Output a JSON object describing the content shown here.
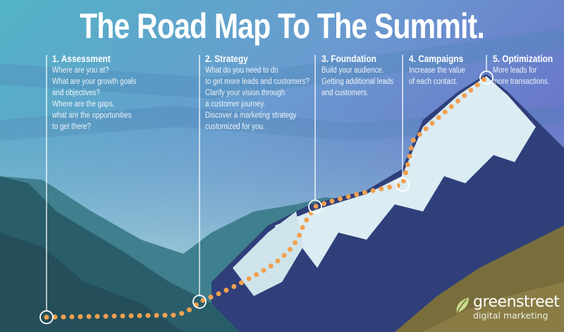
{
  "title": "The Road Map To The Summit.",
  "steps": [
    {
      "heading": "1. Assessment",
      "lines": [
        "Where are you at?",
        "What are your growth goals",
        "and objectives?",
        "Where are the gaps,",
        "what are the opportunities",
        "to get there?"
      ]
    },
    {
      "heading": "2. Strategy",
      "lines": [
        "What do you need to do",
        "to get more leads and customers?",
        "Clarify your vision through",
        "a customer journey.",
        "Discover a marketing strategy",
        "customized for you."
      ]
    },
    {
      "heading": "3. Foundation",
      "lines": [
        "Build your audience.",
        "Getting additional leads",
        "and customers."
      ]
    },
    {
      "heading": "4. Campaigns",
      "lines": [
        "Increase the value",
        "of each contact."
      ]
    },
    {
      "heading": "5. Optimization",
      "lines": [
        "More leads for",
        "more transactions."
      ]
    }
  ],
  "logo": {
    "name": "greenstreet",
    "tagline": "digital marketing"
  },
  "colors": {
    "path_dots": "#f0a050",
    "sky_top": "#6f7fd0",
    "sky_left": "#4fa6c4",
    "snow": "#dfeef5",
    "foothill": "#7a6d3c"
  }
}
